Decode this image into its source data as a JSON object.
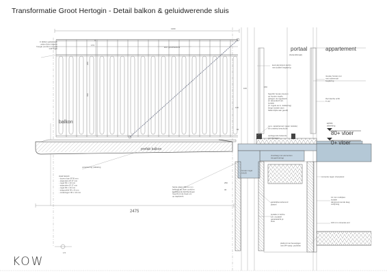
{
  "title": "Transformatie Groot Hertogin - Detail balkon & geluidwerende sluis",
  "logo": "KOW",
  "labels": {
    "balkon": "balkon",
    "prefab": "prefab balkon",
    "portaal": "portaal",
    "buitenklimaat": "(buitenklimaat)",
    "appartement": "appartement",
    "floor_80": "80+ vloer",
    "floor_0": "0+ vloer",
    "dim_2475": "2475",
    "dim_1200": "1200",
    "dim_690": "690",
    "dim_120": "120",
    "dim_60": "60",
    "dim_100": "100",
    "dim_150": "150",
    "dim_250": "250",
    "dim_30": "30",
    "dim_200": "200",
    "dim_173": "173",
    "dim_0": "0"
  },
  "notes": {
    "railing_top": "in lakken gelastwerk\nanker (bvm leikerk)\nhoogte (conform regels)\nGIP Sight",
    "railing_finish": "leid. geveltoewerk",
    "gevel": "leuk aluminium kozijn\nmet dubbel beglazing",
    "nieuwe_pui": "nieuwe houten pui\nmet zuilerende\nbeglazing",
    "thermisch": "thermische schil\nin pui",
    "spec_houten": "Specific houten deuren\nop houten regels,\ngelegen de regelwerk\nen akoestisch att.\nisolatie\n(b. regels as in. dekkering)\nbeige isolatie (aan\nbalkonzijde aan geedt)",
    "cps": "c.p.s. appartement (geen isolatie)\nzie ontwerp beschouw",
    "opvliegende": "opvliegende bekende\nmet frangsen",
    "epdm": "EPDM\nafwerking",
    "houten_regel": "houten regel\n18x25",
    "verankering": "verankering (rabating",
    "staal": "staal bekerk\n- bovem kan Ø 36 mm\n- staanders Ø 17 mm\n- regel 60 x 10 mm\n- staanders Ø 17 mm\n- regel 90 x 10 mm\n- stripprofiel 40 x 8 mm\n- ondertegel: 90 x 10 mm",
    "harde_plaat": "harde plaat (18mm c.s.)\nbekleed op vloer conform\nbesliskende Eichberingen\nmeerfront de boek om\nop tegelwerk",
    "geluids": "geluidsbevorderend\nplatvel",
    "isolatie_lucht": "isolatie in luchte\n18 x isolatief\ngeluidsdicht pl.\nsluis",
    "plafond": "plafond met bevestigen\nmet M4 vastp. profielen",
    "vloer_isolatie": "vloerlaag met elementen\n(stoppelvaring)",
    "cement": "cemente tegen vloerpanel",
    "mm_12": "12 mm multiplex\nisolatie\ndampremmende laag\nverlijming",
    "mm_100": "100 mm minerale wol",
    "afvoer": "afvoer"
  }
}
